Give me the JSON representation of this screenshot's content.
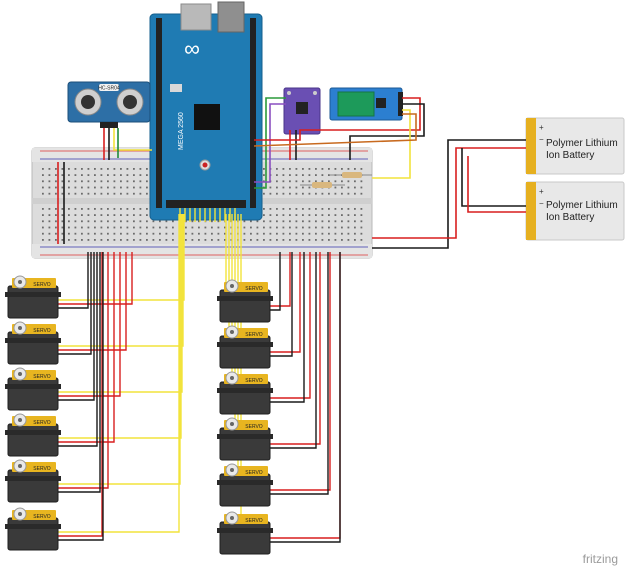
{
  "servo_label": "SERVO",
  "arduino": {
    "board_text": "MEGA 2560",
    "logo_text": "∞"
  },
  "sensor_label": "HC-SR04",
  "batteries": [
    {
      "line1": "Polymer Lithium",
      "line2": "Ion Battery",
      "minus": "−",
      "plus": "+"
    },
    {
      "line1": "Polymer Lithium",
      "line2": "Ion Battery",
      "minus": "−",
      "plus": "+"
    }
  ],
  "watermark": "fritzing",
  "colors": {
    "signal": "#f2e33c",
    "power": "#d81f1f",
    "ground": "#1a1a1a",
    "arduino": "#1f7bb3",
    "breadboard": "#dcdcdc",
    "servo_body": "#3a3a3a",
    "servo_label_bg": "#e8b520"
  }
}
